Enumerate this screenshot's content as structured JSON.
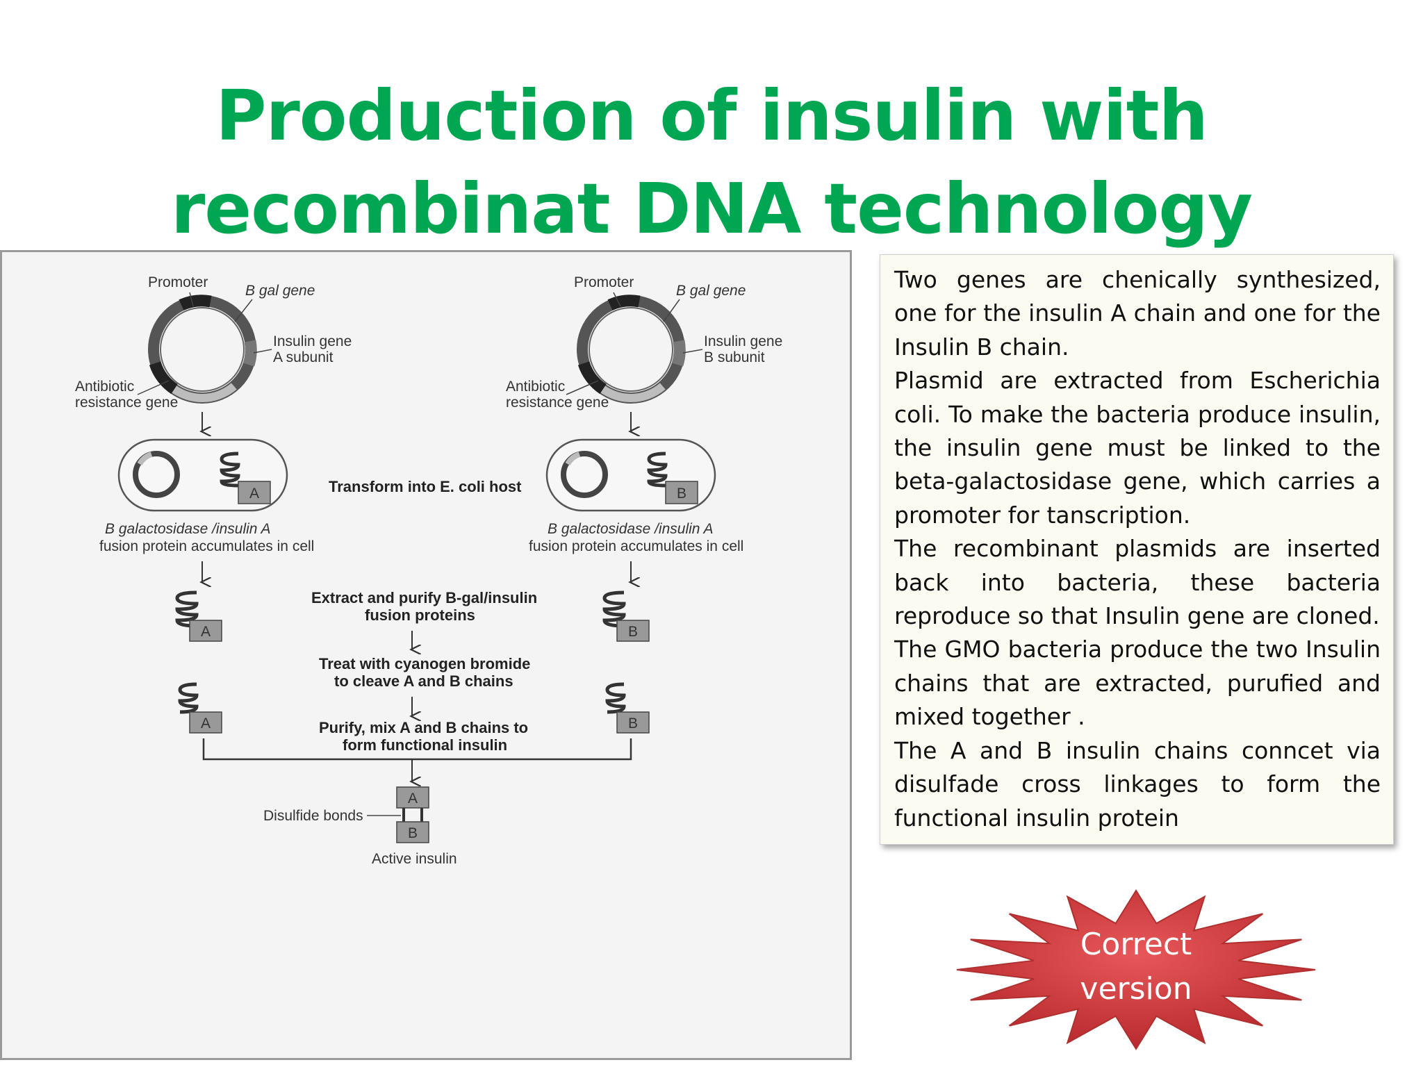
{
  "title": {
    "line1": "Production of insulin with",
    "line2": "recombinat DNA technology"
  },
  "diagram": {
    "left": {
      "promoter": "Promoter",
      "bgal_gene": "B gal gene",
      "insulin_gene_l1": "Insulin gene",
      "insulin_gene_l2": "A subunit",
      "antibiotic_l1": "Antibiotic",
      "antibiotic_l2": "resistance gene",
      "fusion_l1": "B galactosidase /insulin A",
      "fusion_l2": "fusion protein accumulates in cell",
      "chain": "A"
    },
    "right": {
      "promoter": "Promoter",
      "bgal_gene": "B gal gene",
      "insulin_gene_l1": "Insulin gene",
      "insulin_gene_l2": "B subunit",
      "antibiotic_l1": "Antibiotic",
      "antibiotic_l2": "resistance gene",
      "fusion_l1": "B galactosidase /insulin A",
      "fusion_l2": "fusion protein accumulates in cell",
      "chain": "B"
    },
    "center": {
      "transform": "Transform into E. coli host",
      "extract_l1": "Extract and purify B-gal/insulin",
      "extract_l2": "fusion proteins",
      "treat_l1": "Treat with cyanogen bromide",
      "treat_l2": "to cleave A and B chains",
      "purify_l1": "Purify, mix A and B chains to",
      "purify_l2": "form functional insulin",
      "disulfide": "Disulfide bonds",
      "active": "Active insulin",
      "chain_a": "A",
      "chain_b": "B"
    }
  },
  "description": {
    "p1": "Two genes are chenically synthesized, one for the insulin A chain and one for the Insulin B chain.",
    "p2": "Plasmid are extracted from Escherichia coli. To make the bacteria produce insulin, the insulin gene must be linked to the beta-galactosidase gene, which carries a promoter for tanscription.",
    "p3": "The recombinant plasmids are inserted back into bacteria, these bacteria reproduce so that Insulin gene are cloned.",
    "p4": "The GMO bacteria produce the two Insulin chains that are extracted, purufied and mixed together .",
    "p5": "The A and B insulin chains conncet via disulfade cross linkages to form the functional insulin protein"
  },
  "badge": {
    "line1": "Correct",
    "line2": "version",
    "color": "#d43a3a"
  },
  "colors": {
    "title": "#00a651"
  }
}
